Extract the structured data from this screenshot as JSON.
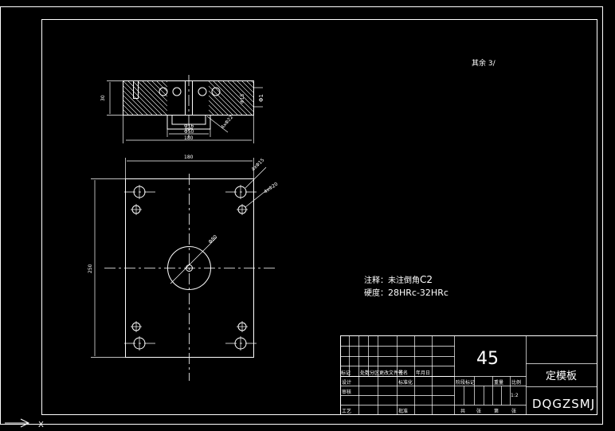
{
  "roughness_note": "其余 3/",
  "dims": {
    "side_thickness": "30",
    "side_hole_dia": "Φ15",
    "bore_dia": "Φ16",
    "boss_dia": "Φ50",
    "width_total": "180",
    "right_edge": "Φ1",
    "chamfer": "4xΦ22",
    "plan_width": "180",
    "plan_height": "250",
    "hole_a": "4xΦ15",
    "hole_b": "4xΦ20",
    "center_dia": "Φ80"
  },
  "notes": {
    "line1_label": "注释：未注倒角",
    "line1_value": "C2",
    "line2_label": "硬度：",
    "line2_value": "28HRc-32HRc"
  },
  "title_block": {
    "material": "45",
    "part_name": "定模板",
    "drawing_code": "DQGZSMJ",
    "scale": "1:2",
    "rev_headers": [
      "标记",
      "处数",
      "分区",
      "更改文件号",
      "签名",
      "年月日"
    ],
    "row_labels": [
      "设计",
      "审核",
      "工艺"
    ],
    "mid_labels": [
      "标准化",
      "批准"
    ],
    "stage_headers": [
      "阶段标记",
      "重量",
      "比例"
    ],
    "bottom_labels": [
      "共",
      "张",
      "第",
      "张"
    ]
  },
  "status": {
    "x_mark": "X"
  }
}
